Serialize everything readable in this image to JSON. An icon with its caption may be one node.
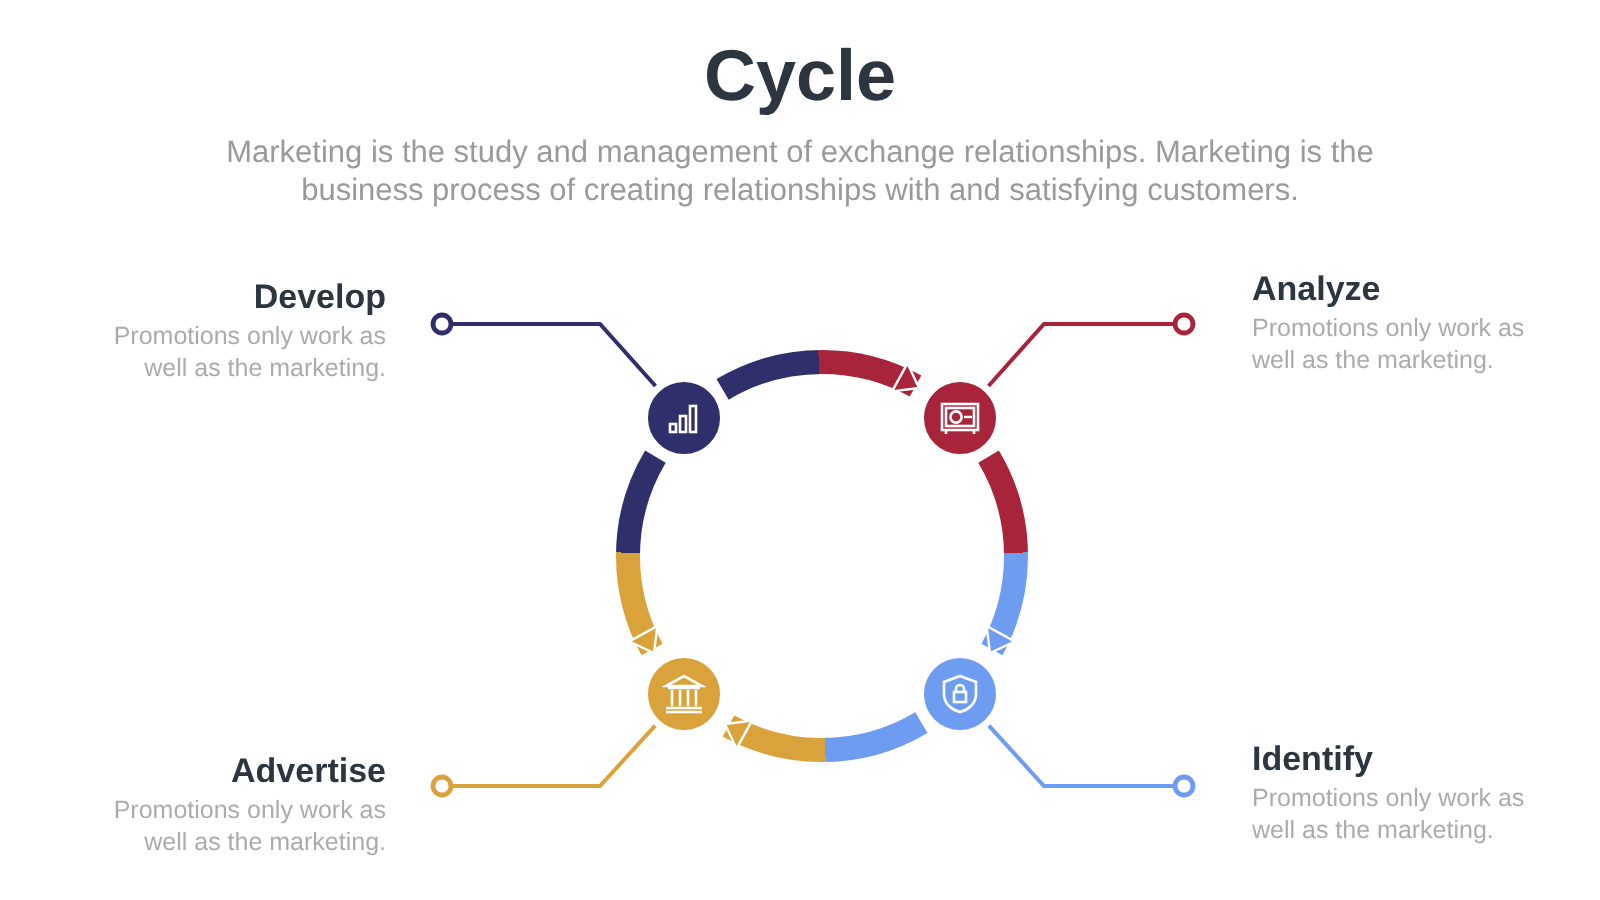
{
  "diagram": {
    "title": "Cycle",
    "nodes": [
      {
        "text": [
          "Develop",
          "Promotions only work as well as the marketing."
        ]
      },
      {
        "text": [
          "Analyze",
          "Promotions only work as well as the marketing."
        ]
      },
      {
        "text": [],
        "shape": "circle"
      },
      {
        "text": [],
        "shape": "circle"
      },
      {
        "text": [],
        "shape": "circle"
      },
      {
        "text": [],
        "shape": "circle"
      },
      {
        "text": [
          "Advertise",
          "Promotions only work as well as the marketing."
        ]
      },
      {
        "text": [
          "Identify",
          "Promotions only work as well as the marketing."
        ]
      }
    ],
    "edges": [
      {
        "from": 2,
        "to": 3,
        "arrow": "to"
      },
      {
        "from": 3,
        "to": 5,
        "arrow": "to"
      },
      {
        "from": 5,
        "to": 4,
        "arrow": "to"
      },
      {
        "from": 2,
        "to": 4,
        "arrow": "to"
      },
      {
        "from": 2,
        "to": 0,
        "arrow": "other",
        "color": "#2e2f6b"
      },
      {
        "from": 3,
        "to": 1,
        "arrow": "other",
        "color": "#a8243a"
      },
      {
        "from": 5,
        "to": 7,
        "arrow": "other",
        "color": "#6e9cf0"
      },
      {
        "from": 4,
        "to": 6,
        "arrow": "other",
        "color": "#d9a23a"
      }
    ],
    "labels": [
      "Marketing is the study and management of exchange relationships. Marketing is the business process of creating relationships with and satisfying customers."
    ]
  }
}
